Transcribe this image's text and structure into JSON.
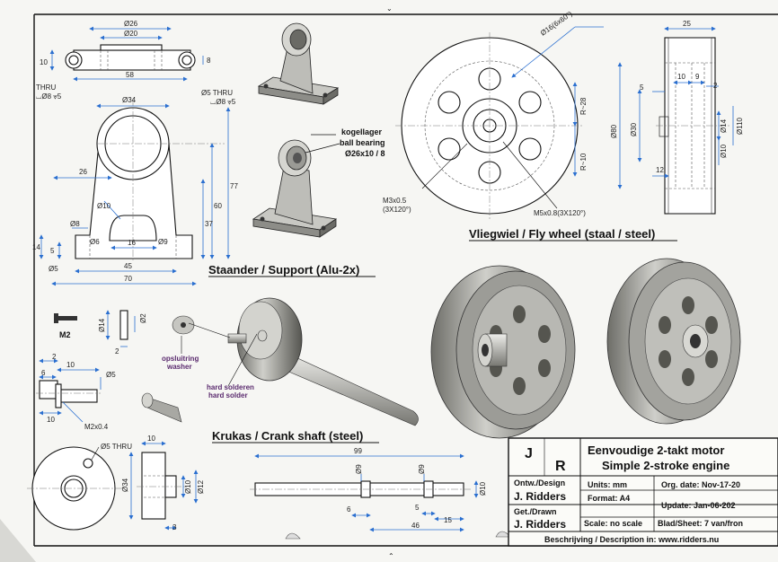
{
  "support": {
    "title": "Staander / Support (Alu-2x)",
    "dims": {
      "d26": "Ø26",
      "d20": "Ø20",
      "d58": "58",
      "d10": "10",
      "d8": "8",
      "thru_left_1": "THRU",
      "thru_left_2": "⌴Ø8 ⩔5",
      "d5thru": "Ø5 THRU",
      "d5thru_sub": "⌴Ø8 ⩔5",
      "d34": "Ø34",
      "d26b": "26",
      "d77": "77",
      "d60": "60",
      "d37": "37",
      "r10": "Ø10",
      "d8b": "Ø8",
      "d16": "16",
      "d6": "Ø6",
      "d14": "14",
      "d5": "5",
      "d5b": "Ø5",
      "d45": "45",
      "d70": "70",
      "d9": "Ø9"
    },
    "bearing_nl": "kogellager",
    "bearing_en": "ball bearing",
    "bearing_size": "Ø26x10 / 8"
  },
  "flywheel": {
    "title": "Vliegwiel / Fly wheel (staal / steel)",
    "dims": {
      "pcd": "Ø16(6x60°)",
      "r28": "R~28",
      "r10": "R~10",
      "m3": "M3x0.5",
      "m3_sub": "(3X120°)",
      "m5": "M5x0.8(3X120°)",
      "d25": "25",
      "d10": "10",
      "d9": "9",
      "d5": "5",
      "d2": "2",
      "d80": "Ø80",
      "d30": "Ø30",
      "d14": "Ø14",
      "d110": "Ø110",
      "d10b": "Ø10",
      "d12": "12"
    }
  },
  "crank": {
    "title": "Krukas / Crank shaft (steel)",
    "screw": "M2",
    "washer_nl": "opsluitring",
    "washer_en": "washer",
    "solder_nl": "hard solderen",
    "solder_en": "hard solder",
    "dims": {
      "d14": "Ø14",
      "d2": "Ø2",
      "d2b": "2",
      "d10": "10",
      "d2c": "2",
      "d5": "Ø5",
      "d6": "6",
      "d10b": "10",
      "m2": "M2x0.4",
      "d5thru": "Ø5 THRU",
      "d10c": "10",
      "d34": "Ø34",
      "d10d": "Ø10",
      "d12": "Ø12",
      "d3": "3",
      "d99": "99",
      "d9a": "Ø9",
      "d9b": "Ø9",
      "d10e": "Ø10",
      "d6b": "6",
      "d46": "46",
      "d5b": "5",
      "d15": "15"
    }
  },
  "titleblock": {
    "logo_j": "J",
    "logo_r": "R",
    "name_nl": "Eenvoudige 2-takt motor",
    "name_en": "Simple 2-stroke engine",
    "design_label": "Ontw./Design",
    "design_name": "J. Ridders",
    "drawn_label": "Get./Drawn",
    "drawn_name": "J. Ridders",
    "units": "Units: mm",
    "format": "Format: A4",
    "scale": "Scale: no scale",
    "org_date": "Org. date: Nov-17-20",
    "update": "Update: Jan-06-202",
    "sheet": "Blad/Sheet: 7 van/fron",
    "description": "Beschrijving / Description in:  www.ridders.nu"
  }
}
